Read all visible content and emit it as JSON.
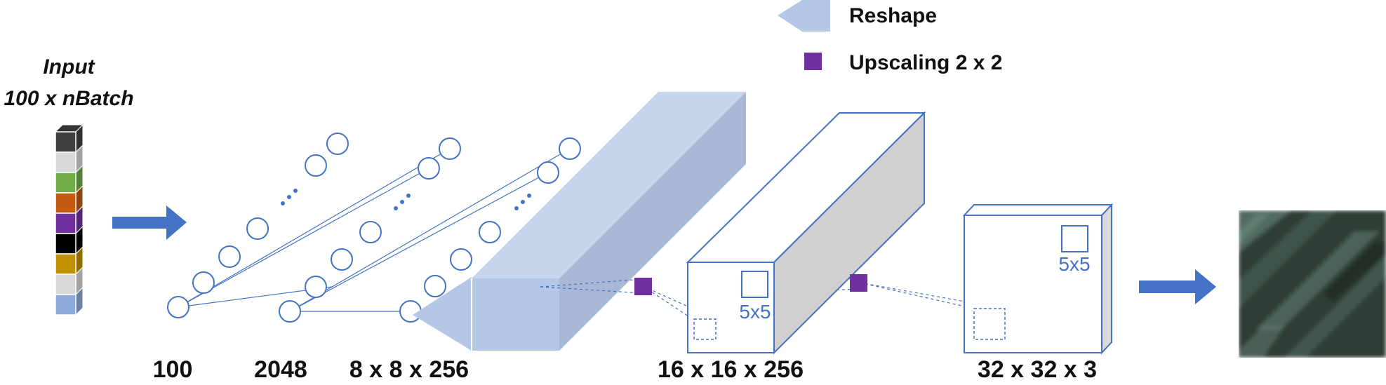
{
  "input": {
    "line1": "Input",
    "line2": "100 x nBatch",
    "cell_colors": [
      "#404040",
      "#d9d9d9",
      "#70ad47",
      "#c55a11",
      "#7030a0",
      "#000000",
      "#bf9000",
      "#d9d9d9",
      "#8eaadb"
    ]
  },
  "legend": {
    "reshape": "Reshape",
    "upscaling": "Upscaling 2 x 2"
  },
  "layers": {
    "l100": "100",
    "l2048": "2048",
    "l8": "8 x 8 x 256",
    "l16": "16 x 16 x 256",
    "l32": "32 x 32 x 3"
  },
  "kernels": {
    "k1": "5x5",
    "k2": "5x5"
  },
  "colors": {
    "accent": "#4472c4",
    "reshape": "#b4c7e7",
    "upscale": "#7030a0",
    "output": "#2d3d36"
  }
}
